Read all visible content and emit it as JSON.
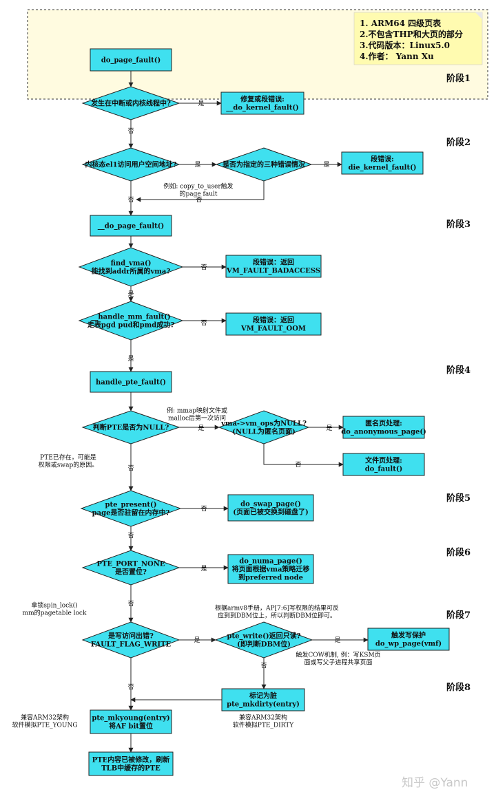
{
  "note": {
    "lines": [
      "1. ARM64 四级页表",
      "2.不包含THP和大页的部分",
      "3.代码版本：Linux5.0",
      "4.作者： Yann Xu"
    ]
  },
  "stages": [
    "阶段1",
    "阶段2",
    "阶段3",
    "阶段4",
    "阶段5",
    "阶段6",
    "阶段7",
    "阶段8"
  ],
  "nodes": {
    "do_page_fault": [
      "do_page_fault()"
    ],
    "in_interrupt": [
      "发生在中断或内核线程中?"
    ],
    "kernel_fault": [
      "修复或段错误:",
      "__do_kernel_fault()"
    ],
    "el1_access": [
      "内核态el1访问用户空间地址?"
    ],
    "three_errors": [
      "是否为指定的三种错误情况"
    ],
    "die_kernel_fault": [
      "段错误:",
      "die_kernel_fault()"
    ],
    "__do_page_fault": [
      "__do_page_fault()"
    ],
    "find_vma": [
      "find_vma()",
      "能找到addr所属的vma?"
    ],
    "badaccess": [
      "段错误：返回",
      "VM_FAULT_BADACCESS"
    ],
    "handle_mm_fault": [
      "__handle_mm_fault()",
      "走表pgd pud和pmd成功?"
    ],
    "oom": [
      "段错误：返回",
      "VM_FAULT_OOM"
    ],
    "handle_pte_fault": [
      "handle_pte_fault()"
    ],
    "pte_null": [
      "判断PTE是否为NULL?"
    ],
    "vm_ops_null": [
      "vma->vm_ops为NULL?",
      "(NULL为匿名页面)"
    ],
    "anon_page": [
      "匿名页处理:",
      "do_anonymous_page()"
    ],
    "file_page": [
      "文件页处理:",
      "do_fault()"
    ],
    "pte_present": [
      "pte_present()",
      "page是否驻留在内存中?"
    ],
    "swap_page": [
      "do_swap_page()",
      "(页面已被交换到磁盘了)"
    ],
    "pte_port_none": [
      "PTE_PORT_NONE",
      "是否置位?"
    ],
    "numa_page": [
      "do_numa_page()",
      "将页面根据vma策略迁移",
      "到preferred node"
    ],
    "fault_write": [
      "是写访问出错?",
      "FAULT_FLAG_WRITE"
    ],
    "pte_write": [
      "pte_write()返回只读?",
      "(即判断DBM位)"
    ],
    "wp_page": [
      "触发写保护",
      "do_wp_page(vmf)"
    ],
    "mkdirty": [
      "标记为脏",
      "pte_mkdirty(entry)"
    ],
    "mkyoung": [
      "pte_mkyoung(entry)",
      "将AF bit置位"
    ],
    "flush_tlb": [
      "PTE内容已被修改，刷新",
      "TLB中缓存的PTE"
    ]
  },
  "annotations": {
    "copy_to_user": [
      "例如: copy_to_user触发",
      "的page fault"
    ],
    "mmap_first": [
      "例: mmap映射文件或",
      "malloc后第一次访问"
    ],
    "pte_exists": [
      "PTE已存在，可能是",
      "权限或swap的原因。"
    ],
    "spin_lock": [
      "拿锁spin_lock()",
      "mm的pagetable lock"
    ],
    "armv8_manual": [
      "根据armv8手册，AP[7:6]写权限的结果可反",
      "应到到DBM位上，所以判断DBM位即可。"
    ],
    "cow": [
      "触发COW机制, 例：写KSM页",
      "面或写父子进程共享页面"
    ],
    "arm32_young": [
      "兼容ARM32架构",
      "软件模拟PTE_YOUNG"
    ],
    "arm32_dirty": [
      "兼容ARM32架构",
      "软件模拟PTE_DIRTY"
    ]
  },
  "edge_labels": {
    "yes": "是",
    "no": "否"
  },
  "watermark": "知乎 @Yann",
  "colors": {
    "node_fill": "#3fe0ef",
    "stage_fill": "#fffbe0",
    "note_fill": "#fffbb0"
  }
}
